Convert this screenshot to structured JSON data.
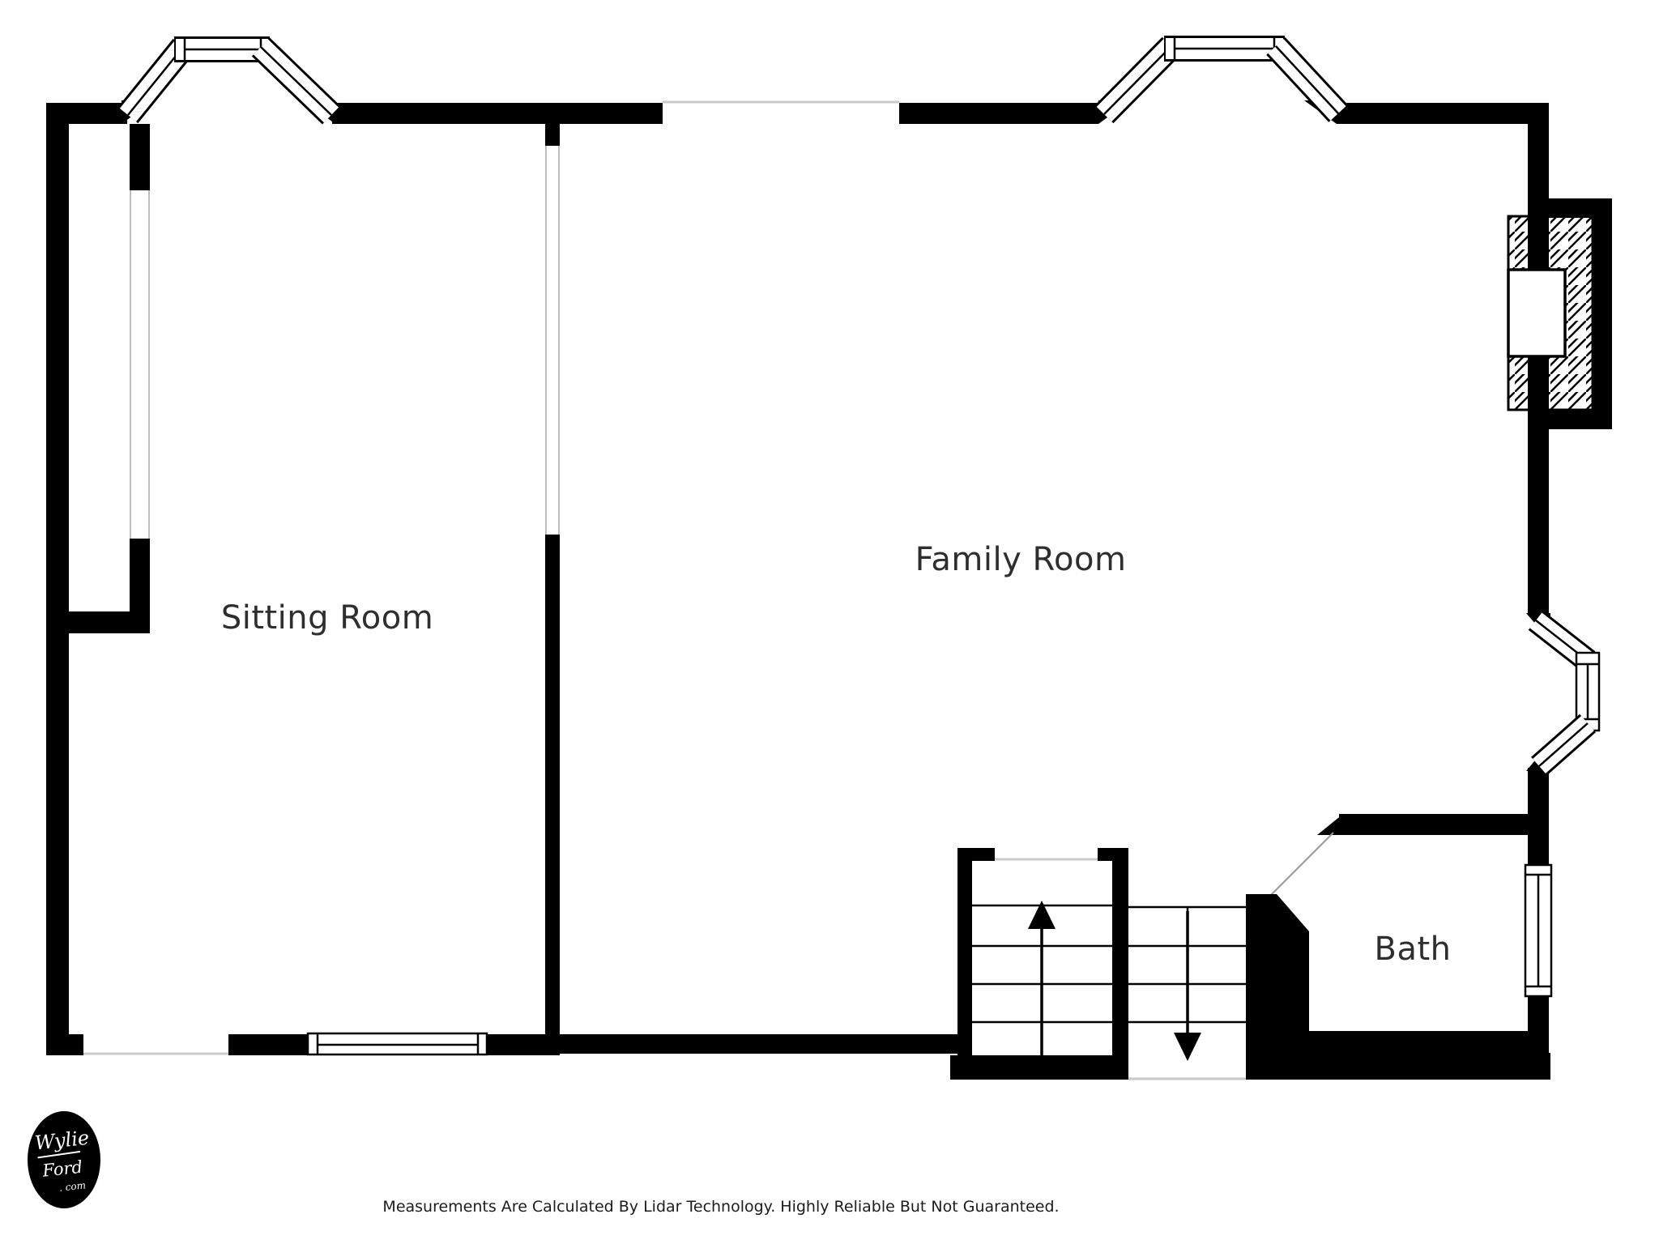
{
  "colors": {
    "wall": "#000000",
    "background": "#ffffff",
    "label_text": "#2e2e2e",
    "opening_line": "#c9c9c9",
    "door_swing_line": "#9a9a9a"
  },
  "rooms": [
    {
      "label": "Sitting Room"
    },
    {
      "label": "Family Room"
    },
    {
      "label": "Bath"
    }
  ],
  "icons": {
    "stairs_up": "arrow-up",
    "stairs_down": "arrow-down",
    "fireplace": "hatched-masonry-with-firebox"
  },
  "footer": {
    "disclaimer": "Measurements Are Calculated By Lidar Technology. Highly Reliable But Not Guaranteed."
  },
  "logo": {
    "line1": "Wylie",
    "line2": "Ford",
    "line3": ". com"
  }
}
